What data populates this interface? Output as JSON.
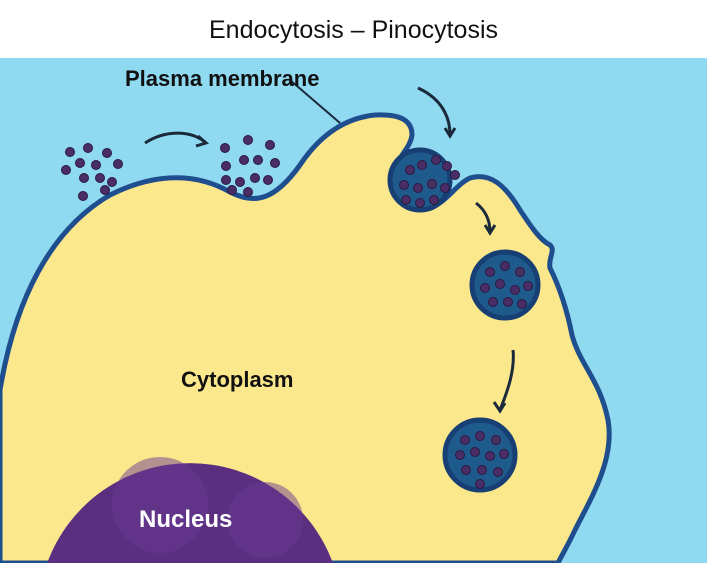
{
  "title": "Endocytosis – Pinocytosis",
  "labels": {
    "plasma_membrane": "Plasma membrane",
    "cytoplasm": "Cytoplasm",
    "nucleus": "Nucleus"
  },
  "colors": {
    "extracellular": "#8fd9f1",
    "cytoplasm": "#fbe88c",
    "membrane": "#1f4e8e",
    "vesicle": "#1e5a8c",
    "particle": "#4a2d66",
    "nucleus": "#5b2f80"
  }
}
